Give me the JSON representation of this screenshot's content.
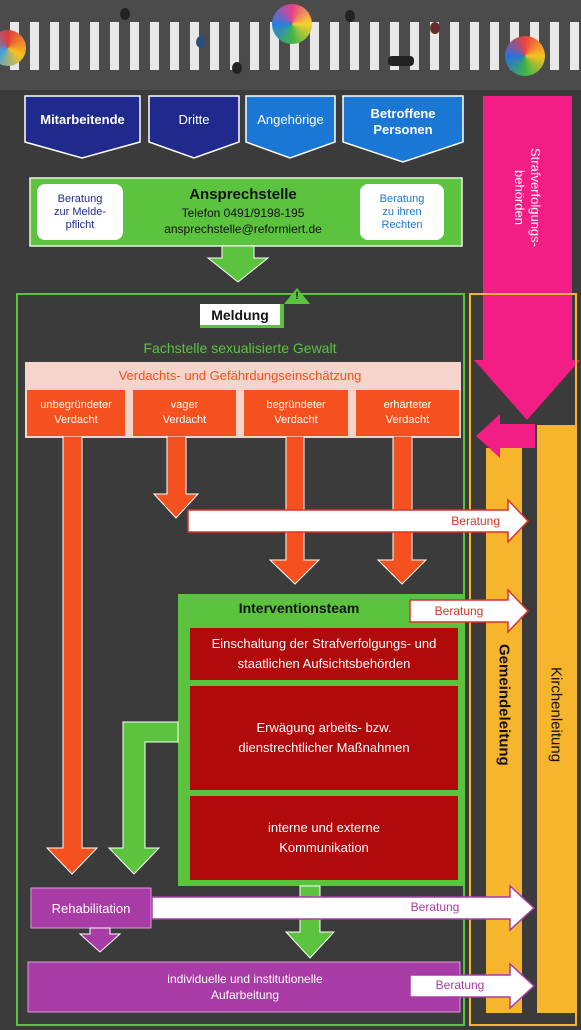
{
  "colors": {
    "background": "#3b3b3b",
    "navy": "#1f2a8c",
    "blue": "#1a77d4",
    "green": "#5cc33f",
    "orange": "#f4511e",
    "red": "#b10a0a",
    "magenta": "#f21e85",
    "purple": "#a83ba5",
    "yellow": "#f7b52e"
  },
  "sources": [
    {
      "label": "Mitarbeitende"
    },
    {
      "label": "Dritte"
    },
    {
      "label": "Angehörige"
    },
    {
      "label": "Betroffene\nPersonen"
    }
  ],
  "ansprechstelle": {
    "title": "Ansprechstelle",
    "phone": "Telefon 0491/9198-195",
    "email": "ansprechstelle@reformiert.de",
    "left_bubble": "Beratung\nzur Melde-\npflicht",
    "right_bubble": "Beratung\nzu ihren\nRechten"
  },
  "strafverfolgung_label": "Strafverfolgungs-\nbehörden",
  "meldung": {
    "label": "Meldung",
    "warning_symbol": "!"
  },
  "fachstelle": {
    "title": "Fachstelle sexualisierte Gewalt",
    "assessment": "Verdachts- und Gefährdungseinschätzung",
    "categories": [
      {
        "label": "unbegründeter\nVerdacht"
      },
      {
        "label": "vager\nVerdacht"
      },
      {
        "label": "begründeter\nVerdacht"
      },
      {
        "label": "erhärteter\nVerdacht"
      }
    ]
  },
  "beratung_label": "Beratung",
  "interventionsteam": {
    "title": "Interventionsteam",
    "steps": [
      {
        "label": "Einschaltung der Strafverfolgungs- und\nstaatlichen Aufsichtsbehörden"
      },
      {
        "label": "Erwägung arbeits- bzw.\ndienstrechtlicher Maßnahmen"
      },
      {
        "label": "interne und externe\nKommunikation"
      }
    ]
  },
  "gemeindeleitung": "Gemeindeleitung",
  "kirchenleitung": "Kirchenleitung",
  "rehabilitation": "Rehabilitation",
  "aufarbeitung": "individuelle und institutionelle\nAufarbeitung"
}
